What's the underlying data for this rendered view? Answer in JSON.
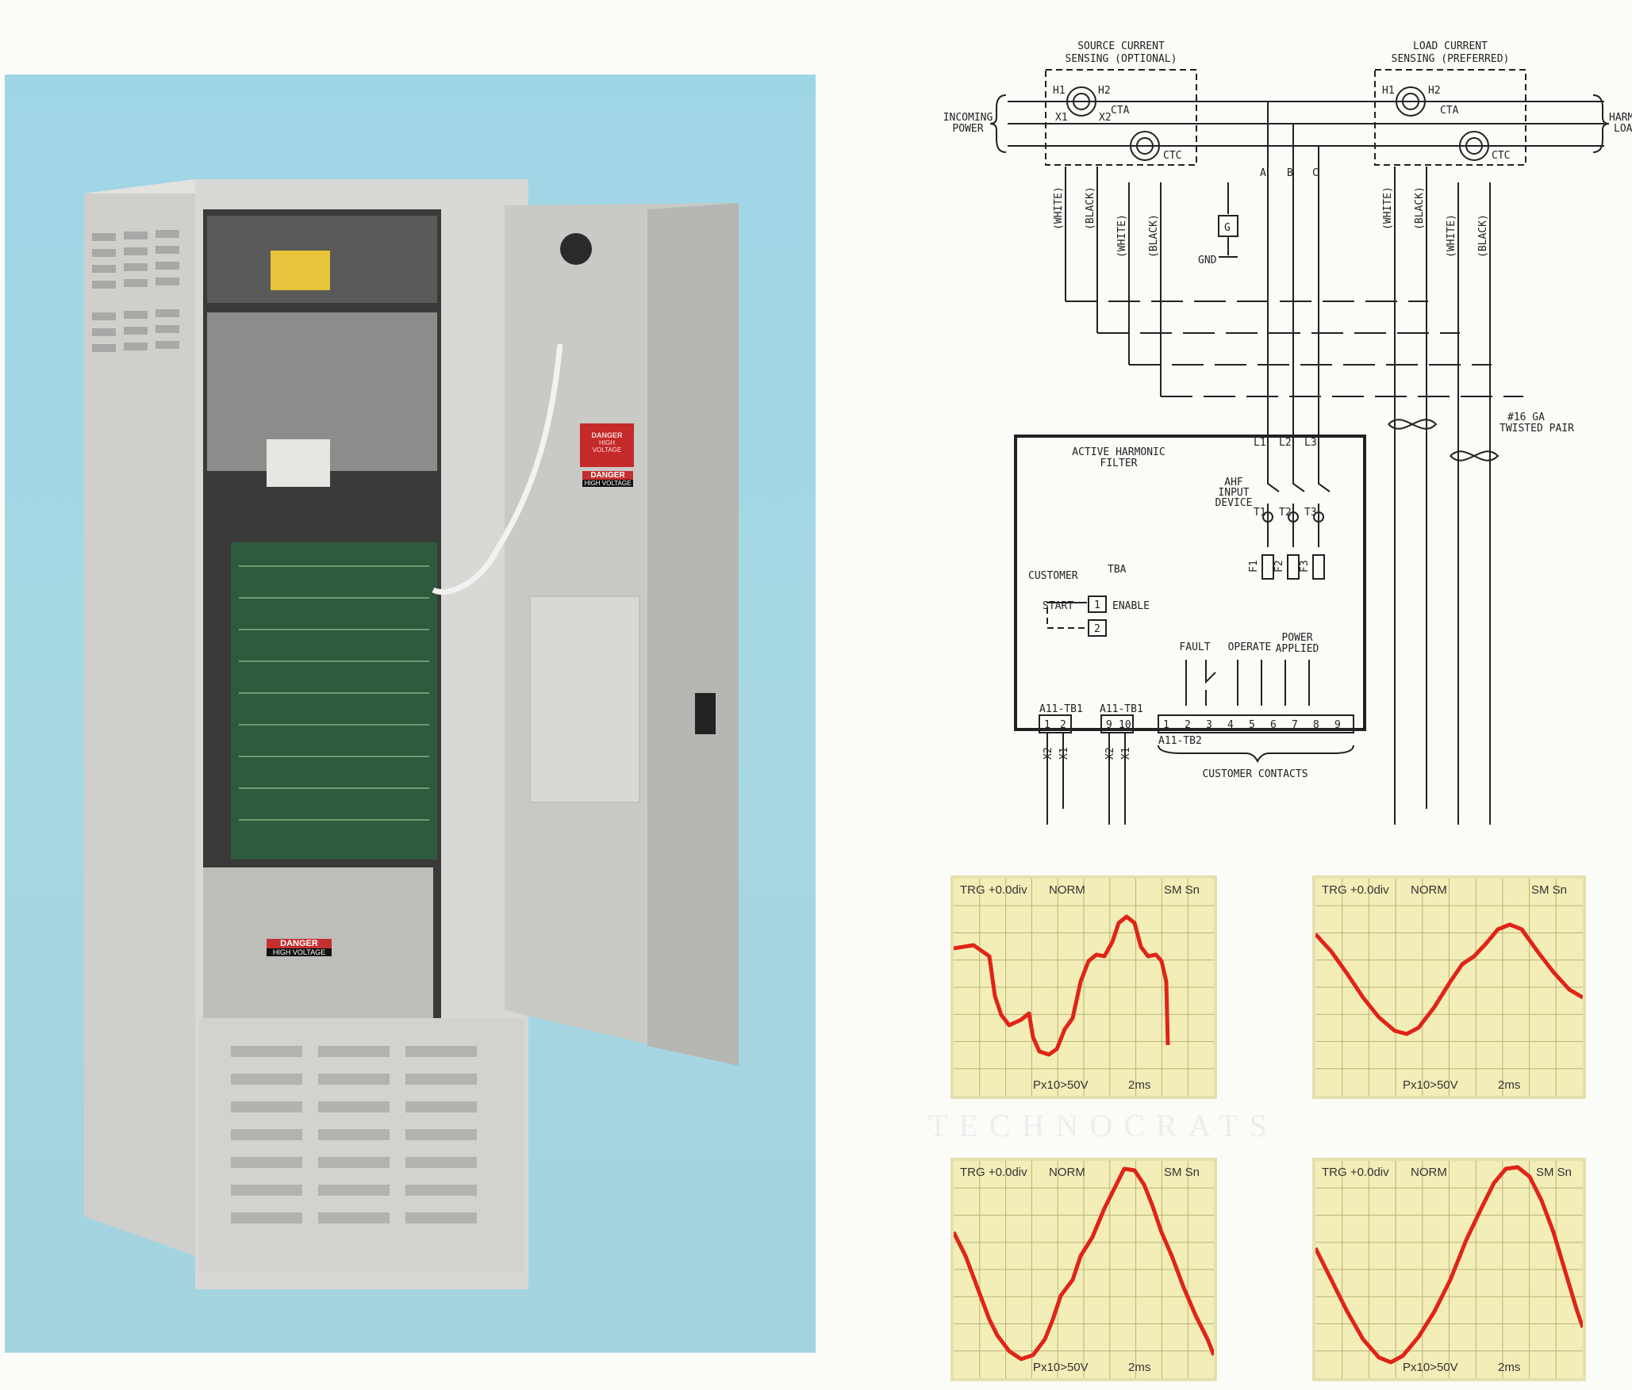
{
  "photo": {
    "danger_labels": [
      {
        "title": "DANGER",
        "subtitle": "HIGH VOLTAGE"
      },
      {
        "title": "DANGER",
        "subtitle": "HIGH VOLTAGE"
      },
      {
        "title": "DANGER",
        "subtitle": "HIGH VOLTAGE"
      }
    ]
  },
  "diagram": {
    "source_sensing": "SOURCE CURRENT\nSENSING (OPTIONAL)",
    "load_sensing": "LOAD CURRENT\nSENSING (PREFERRED)",
    "incoming_power": "INCOMING\nPOWER",
    "harmonic_load": "HARMONIC\nLOAD",
    "ct_labels": {
      "h1": "H1",
      "h2": "H2",
      "x1": "X1",
      "x2": "X2",
      "cta": "CTA",
      "ctc": "CTC"
    },
    "wire_colors": {
      "white": "(WHITE)",
      "black": "(BLACK)"
    },
    "phases": [
      "A",
      "B",
      "C"
    ],
    "ground": "G",
    "gnd": "GND",
    "ahf_title": "ACTIVE HARMONIC\nFILTER",
    "ahf_input": "AHF\nINPUT\nDEVICE",
    "l_labels": [
      "L1",
      "L2",
      "L3"
    ],
    "t_labels": [
      "T1",
      "T2",
      "T3"
    ],
    "fuses": [
      "F1",
      "F2",
      "F3"
    ],
    "twisted_pair": "#16 GA\nTWISTED PAIR",
    "customer": "CUSTOMER",
    "start": "START",
    "enable": "ENABLE",
    "tba": "TBA",
    "contacts_header": [
      "FAULT",
      "OPERATE",
      "POWER\nAPPLIED"
    ],
    "terminals_a": [
      "1",
      "2"
    ],
    "terminals_b": [
      "9",
      "10"
    ],
    "terminals_c": [
      "1",
      "2",
      "3",
      "4",
      "5",
      "6",
      "7",
      "8",
      "9"
    ],
    "tb_labels": {
      "a11_tb1": "A11-TB1",
      "a11_tb2": "A11-TB2"
    },
    "customer_contacts": "CUSTOMER CONTACTS"
  },
  "scopes": [
    {
      "trg": "TRG +0.0div",
      "mode": "NORM",
      "sm": "SM Sn",
      "px": "Px10>50V",
      "time": "2ms"
    },
    {
      "trg": "TRG +0.0div",
      "mode": "NORM",
      "sm": "SM Sn",
      "px": "Px10>50V",
      "time": "2ms"
    },
    {
      "trg": "TRG +0.0div",
      "mode": "NORM",
      "sm": "SM Sn",
      "px": "Px10>50V",
      "time": "2ms"
    },
    {
      "trg": "TRG +0.0div",
      "mode": "NORM",
      "sm": "SM Sn",
      "px": "Px10>50V",
      "time": "2ms"
    }
  ],
  "watermark": "TECHNOCRATS",
  "colors": {
    "trace": "#e02418",
    "scope_bg": "#f3eeb8",
    "grid": "#b9b27a",
    "photo_bg": "#a3d5e2"
  }
}
